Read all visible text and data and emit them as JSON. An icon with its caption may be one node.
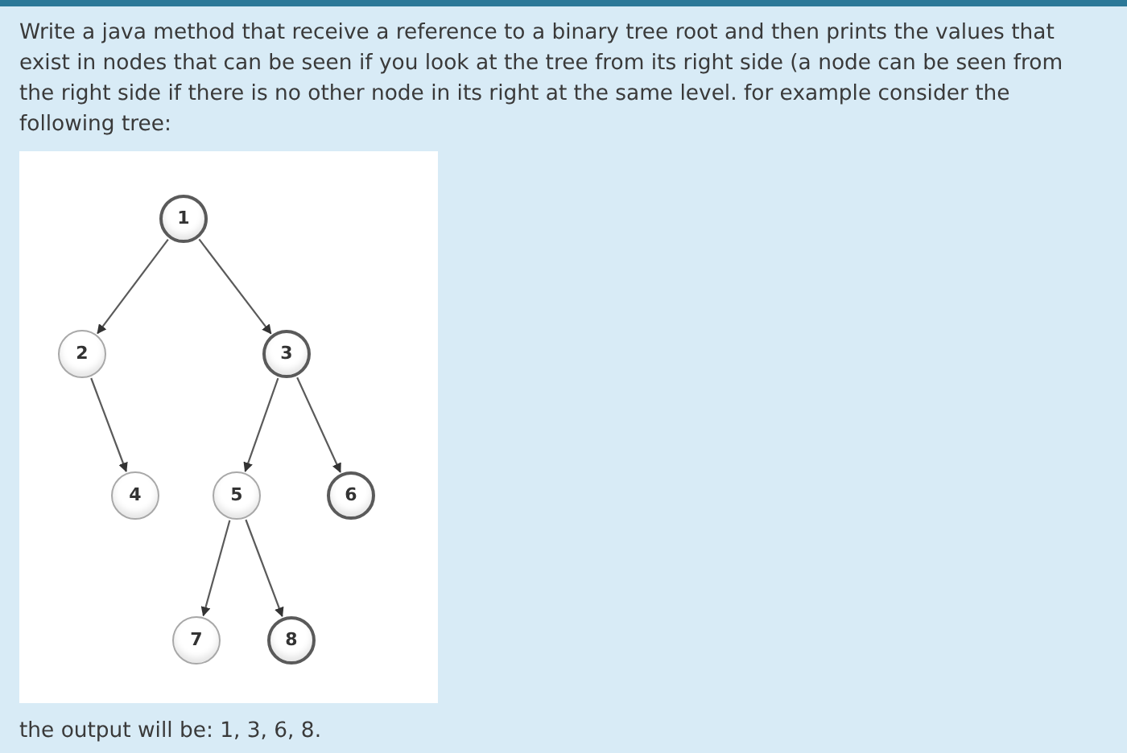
{
  "diagram": {
    "nodes": [
      {
        "text": [
          "1"
        ]
      },
      {
        "text": [
          "2"
        ]
      },
      {
        "text": [
          "3"
        ]
      },
      {
        "text": [
          "4"
        ]
      },
      {
        "text": [
          "5"
        ]
      },
      {
        "text": [
          "6"
        ]
      },
      {
        "text": [
          "7"
        ]
      },
      {
        "text": [
          "8"
        ]
      }
    ],
    "edges": [
      {
        "from": 0,
        "to": 1,
        "arrow": "to"
      },
      {
        "from": 0,
        "to": 2,
        "arrow": "to"
      },
      {
        "from": 1,
        "to": 3,
        "arrow": "to"
      },
      {
        "from": 2,
        "to": 4,
        "arrow": "to"
      },
      {
        "from": 2,
        "to": 5,
        "arrow": "to"
      },
      {
        "from": 4,
        "to": 6,
        "arrow": "to"
      },
      {
        "from": 4,
        "to": 7,
        "arrow": "to"
      }
    ],
    "labels": [
      "Write a java method that receive a reference to a binary tree root and then prints the values that exist in nodes that can be seen if you look at the tree from its right side (a node can be seen from the right side if there is no other node in its right at the same level. for example consider the following tree:",
      "the output will be: 1, 3, 6, 8."
    ]
  }
}
